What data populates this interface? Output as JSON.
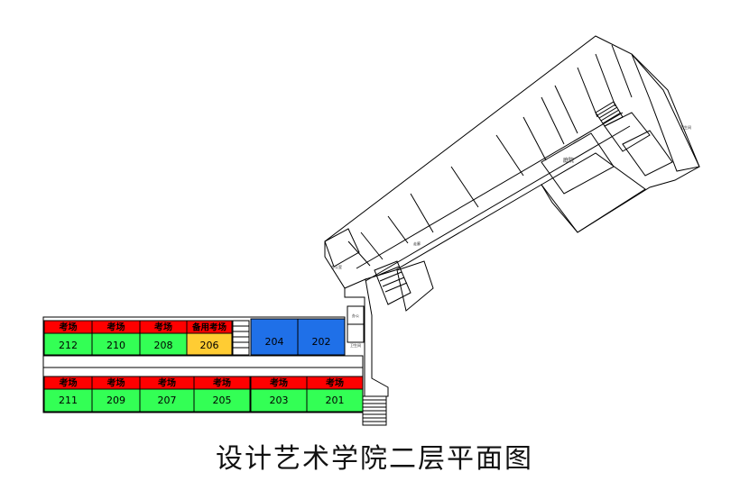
{
  "title": "设计艺术学院二层平面图",
  "colors": {
    "exam_tag": "#ff0000",
    "room_green": "#33ff55",
    "room_blue": "#1f70e8",
    "room_yellow": "#ffcc33",
    "outline": "#000000"
  },
  "top_row": [
    {
      "tag": "考场",
      "number": "212",
      "status": "exam"
    },
    {
      "tag": "考场",
      "number": "210",
      "status": "exam"
    },
    {
      "tag": "考场",
      "number": "208",
      "status": "exam"
    },
    {
      "tag": "备用考场",
      "number": "206",
      "status": "backup"
    },
    {
      "tag": "",
      "number": "204",
      "status": "blue"
    },
    {
      "tag": "",
      "number": "202",
      "status": "blue"
    }
  ],
  "bottom_row": [
    {
      "tag": "考场",
      "number": "211"
    },
    {
      "tag": "考场",
      "number": "209"
    },
    {
      "tag": "考场",
      "number": "207"
    },
    {
      "tag": "考场",
      "number": "205"
    },
    {
      "tag": "考场",
      "number": "203"
    },
    {
      "tag": "考场",
      "number": "201"
    }
  ],
  "labels": {
    "courtyard": "庭院",
    "corridor": "走廊",
    "room_small": "卫生间",
    "side_room": "办公室",
    "tiny_1": "卫生间",
    "tiny_2": "办公"
  }
}
